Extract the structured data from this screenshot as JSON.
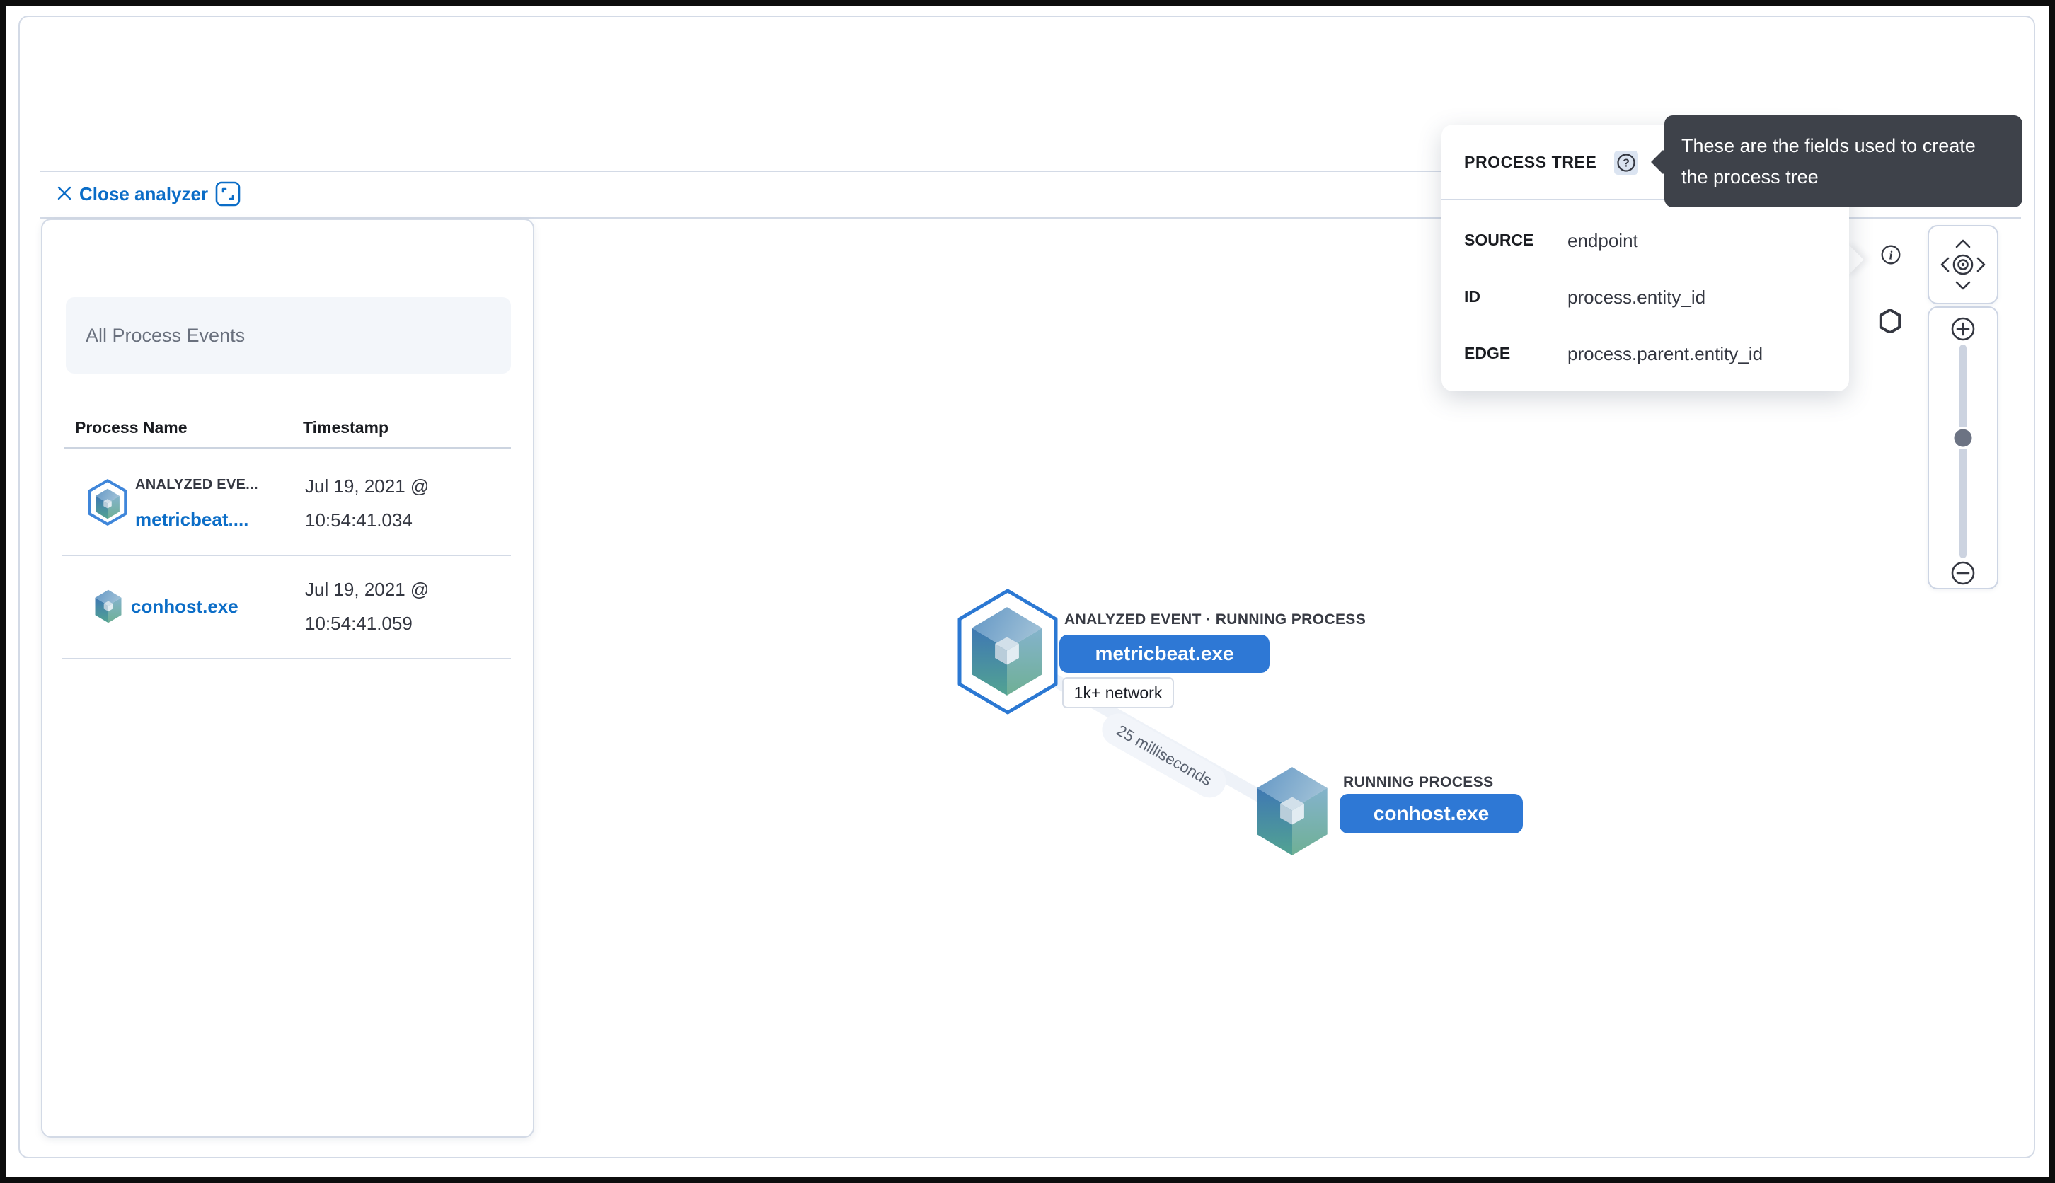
{
  "window": {
    "close_button": "Close analyzer"
  },
  "process_list": {
    "filter_label": "All Process Events",
    "columns": {
      "name": "Process Name",
      "timestamp": "Timestamp"
    },
    "rows": [
      {
        "event_badge": "ANALYZED EVE...",
        "process_name": "metricbeat....",
        "timestamp_line1": "Jul 19, 2021 @",
        "timestamp_line2": "10:54:41.034"
      },
      {
        "process_name": "conhost.exe",
        "timestamp_line1": "Jul 19, 2021 @",
        "timestamp_line2": "10:54:41.059"
      }
    ]
  },
  "process_tree_popover": {
    "title": "PROCESS TREE",
    "fields": [
      {
        "label": "SOURCE",
        "value": "endpoint"
      },
      {
        "label": "ID",
        "value": "process.entity_id"
      },
      {
        "label": "EDGE",
        "value": "process.parent.entity_id"
      }
    ]
  },
  "tooltip": {
    "line1": "These are the fields used to create",
    "line2": "the process tree"
  },
  "graph": {
    "edge_label": "25 milliseconds",
    "nodes": [
      {
        "label": "ANALYZED EVENT · RUNNING PROCESS",
        "name": "metricbeat.exe",
        "badge": "1k+ network",
        "selected": true
      },
      {
        "label": "RUNNING PROCESS",
        "name": "conhost.exe",
        "selected": false
      }
    ]
  },
  "colors": {
    "accent_blue": "#2e78d5",
    "link_blue": "#0b6dc7",
    "border": "#d3dae6",
    "tooltip_bg": "#3e424a",
    "heading_text": "#1a1c21",
    "body_text": "#343741",
    "edge": "#eef2f8",
    "filter_bg": "#f3f6fa"
  }
}
